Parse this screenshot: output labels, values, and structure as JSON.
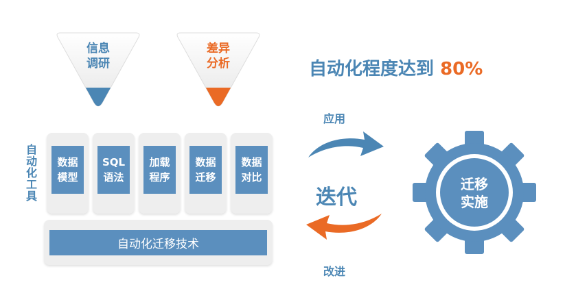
{
  "triangles": [
    {
      "label": "信息\n调研",
      "color": "#4b86b4"
    },
    {
      "label": "差异\n分析",
      "color": "#ea6a25"
    }
  ],
  "side_label": "自动化工具",
  "cards": [
    "数据\n模型",
    "SQL\n语法",
    "加载\n程序",
    "数据\n迁移",
    "数据\n对比"
  ],
  "base_label": "自动化迁移技术",
  "headline_text": "自动化程度达到",
  "headline_pct": "80%",
  "cycle": {
    "top": "应用",
    "center": "迭代",
    "bottom": "改进"
  },
  "gear_label": "迁移\n实施",
  "colors": {
    "blue": "#4b86b4",
    "orange": "#ea6a25",
    "card_bg": "#eeeeee"
  }
}
